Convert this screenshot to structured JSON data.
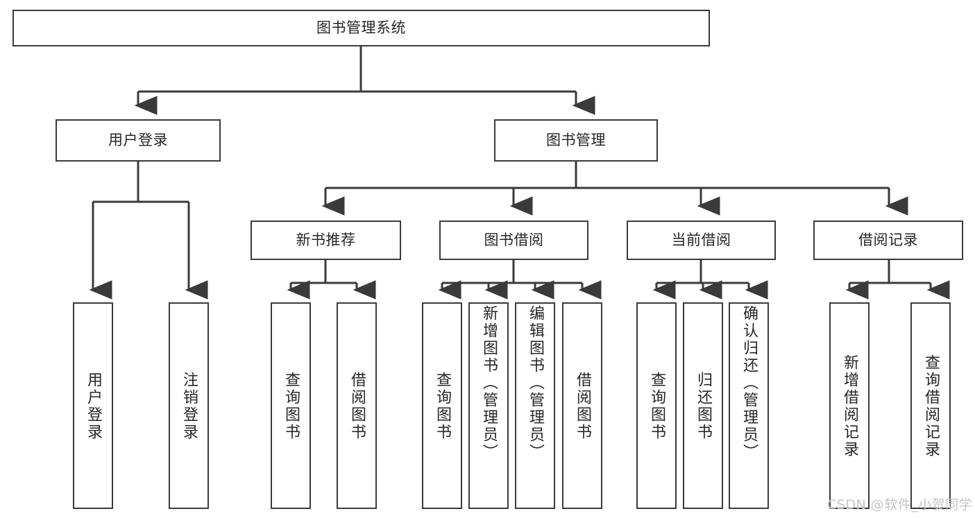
{
  "diagram": {
    "type": "tree-hierarchy-chart",
    "title": "图书管理系统",
    "line_color": "#3a3a3a",
    "box_fill": "#ffffff",
    "text_color": "#262626",
    "root": {
      "label": "图书管理系统"
    },
    "level1": [
      {
        "label": "用户登录"
      },
      {
        "label": "图书管理"
      }
    ],
    "level2": [
      {
        "label": "新书推荐"
      },
      {
        "label": "图书借阅"
      },
      {
        "label": "当前借阅"
      },
      {
        "label": "借阅记录"
      }
    ],
    "leaves": {
      "user_login": [
        {
          "label": "用户登录"
        },
        {
          "label": "注销登录"
        }
      ],
      "new_book_recommend": [
        {
          "label": "查询图书"
        },
        {
          "label": "借阅图书"
        }
      ],
      "book_borrow": [
        {
          "label": "查询图书"
        },
        {
          "label": "新增图书（管理员）"
        },
        {
          "label": "编辑图书（管理员）"
        },
        {
          "label": "借阅图书"
        }
      ],
      "current_borrow": [
        {
          "label": "查询图书"
        },
        {
          "label": "归还图书"
        },
        {
          "label": "确认归还（管理员）"
        }
      ],
      "borrow_record": [
        {
          "label": "新增借阅记录"
        },
        {
          "label": "查询借阅记录"
        }
      ]
    }
  },
  "watermark": {
    "text": "CSDN @软件_小贺同学",
    "color": "#c4c4c4"
  }
}
